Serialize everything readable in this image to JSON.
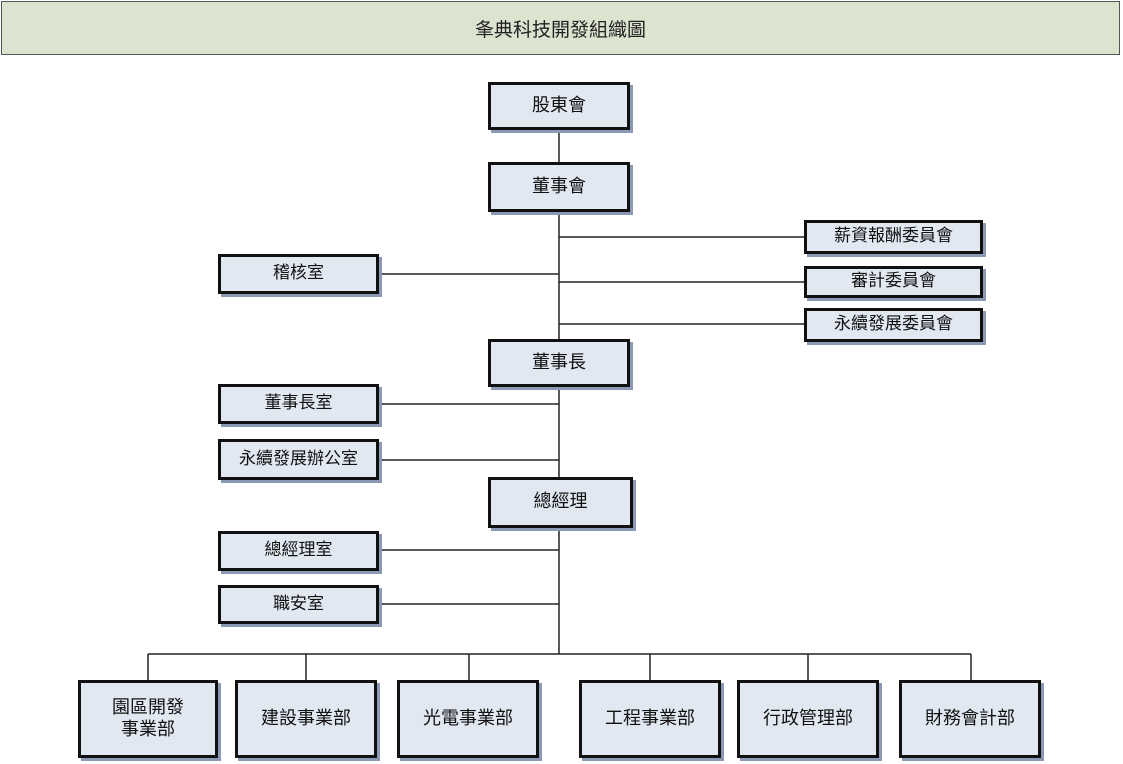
{
  "title": "夆典科技開發組織圖",
  "nodes": {
    "shareholders": "股東會",
    "board": "董事會",
    "compensation_committee": "薪資報酬委員會",
    "audit_committee": "審計委員會",
    "sustainability_committee": "永續發展委員會",
    "audit_office": "稽核室",
    "chairman": "董事長",
    "chairman_office": "董事長室",
    "sustainability_office": "永續發展辦公室",
    "general_manager": "總經理",
    "gm_office": "總經理室",
    "safety_office": "職安室",
    "departments": [
      "園區開發\n事業部",
      "建設事業部",
      "光電事業部",
      "工程事業部",
      "行政管理部",
      "財務會計部"
    ]
  },
  "colors": {
    "title_bg": "#dce3cf",
    "box_bg": "#e1e8f2",
    "box_border": "#111111",
    "box_shadow": "#8c99b6",
    "line": "#222222"
  }
}
